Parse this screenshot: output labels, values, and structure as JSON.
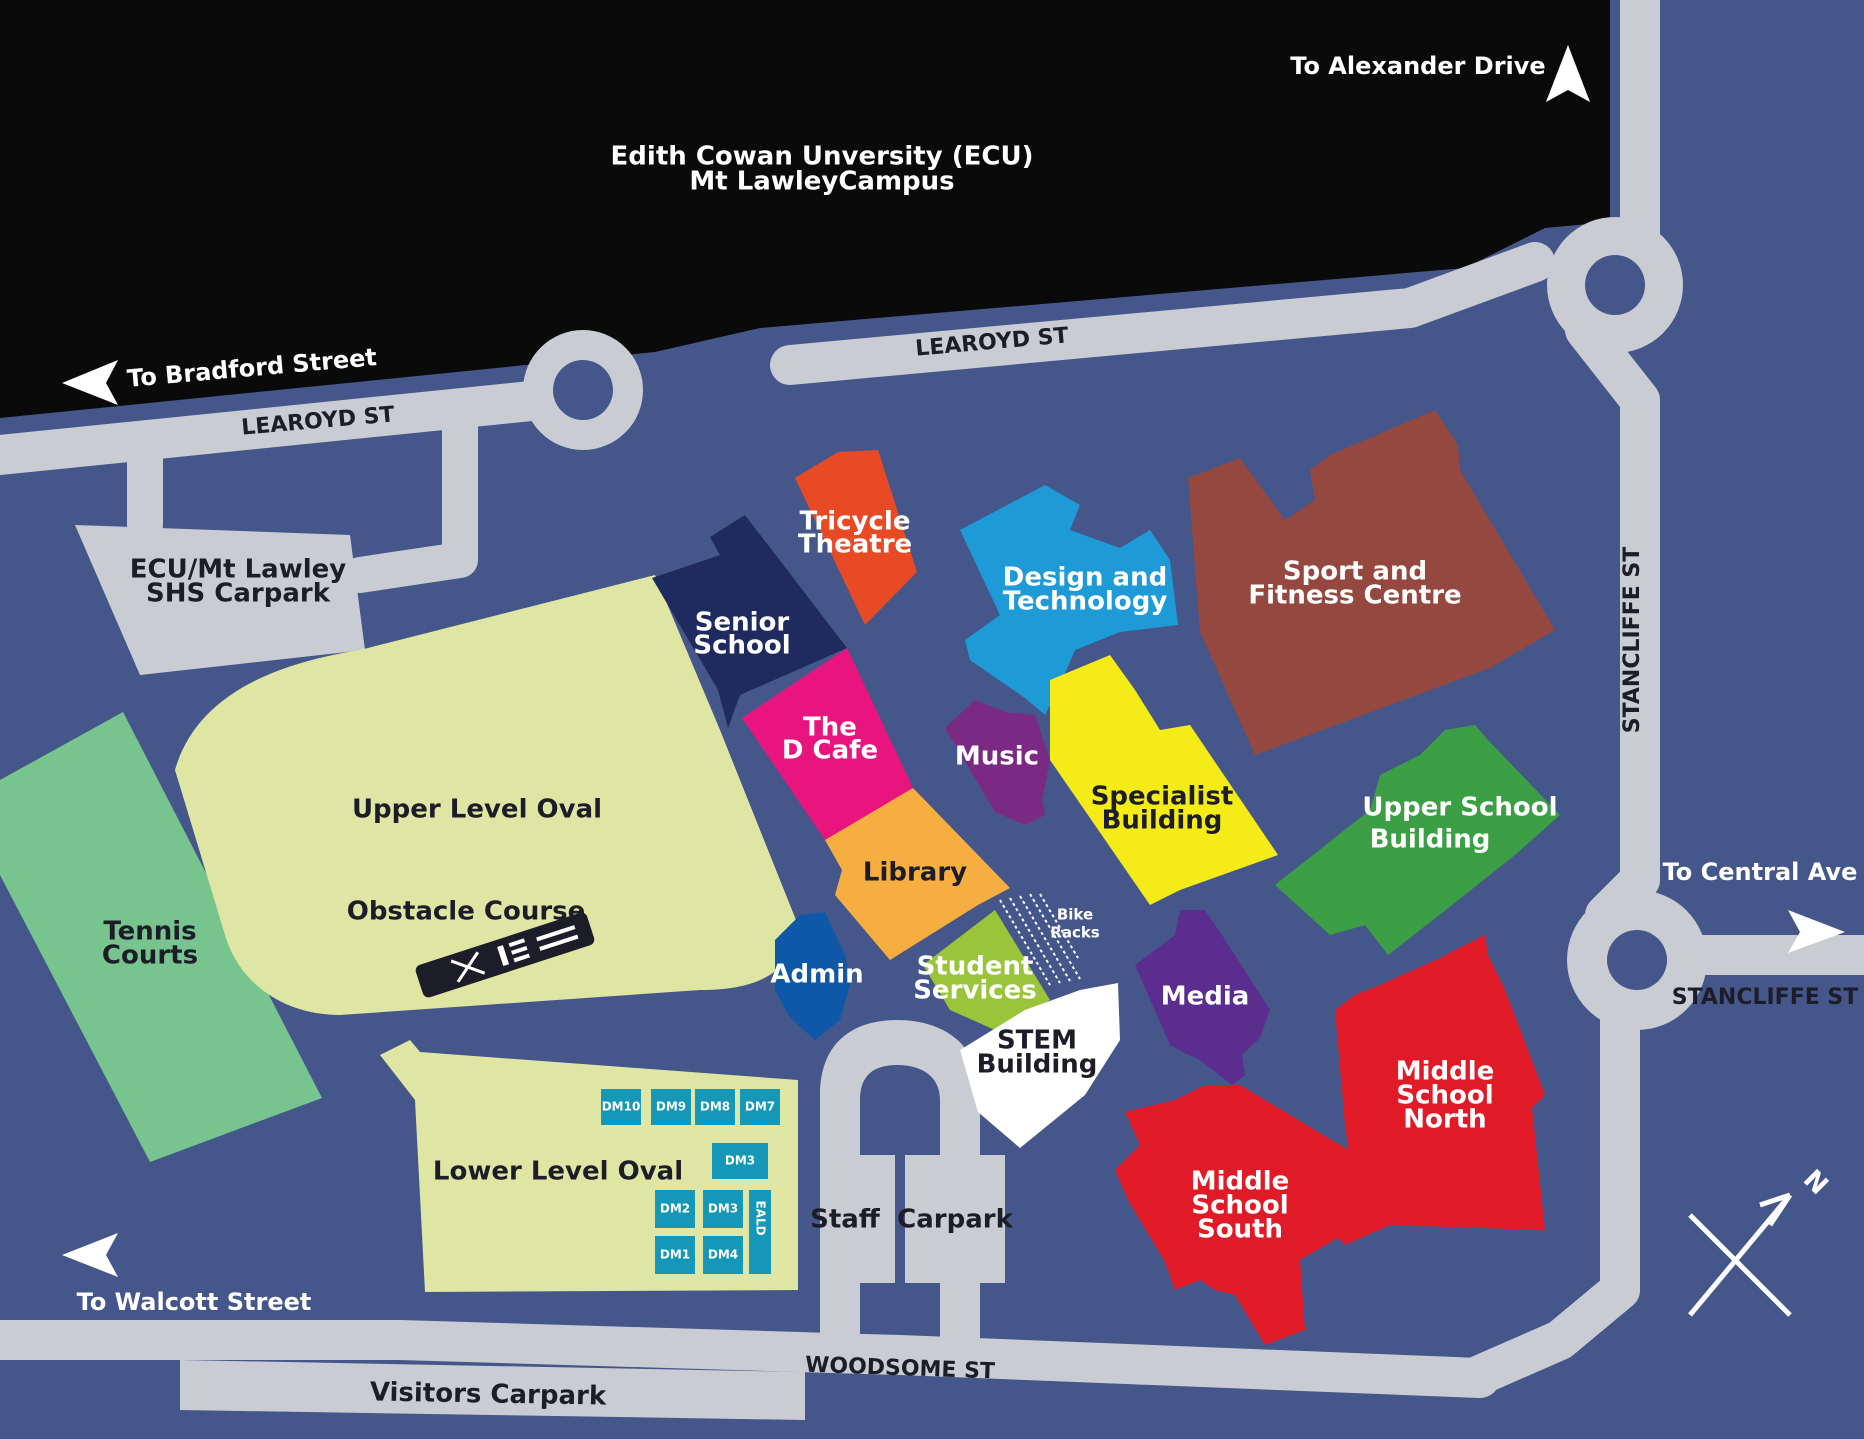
{
  "colors": {
    "background": "#45578a",
    "ecu": "#0a0a0a",
    "road": "#c9cdd3",
    "oval": "#dfe6a4",
    "tennis": "#78c48f",
    "senior_school": "#1f2b5e",
    "tricycle_theatre": "#e84a25",
    "design_technology": "#1e9ad6",
    "sport_fitness": "#94483f",
    "d_cafe": "#e8157f",
    "music": "#7a2a82",
    "specialist": "#f4eb18",
    "upper_school": "#3c9e45",
    "library": "#f7ae41",
    "admin": "#0f58a7",
    "student_services": "#9ac53b",
    "stem": "#ffffff",
    "media": "#5b2d8e",
    "middle_school": "#e01b27",
    "dm_units": "#1598b7"
  },
  "campus": {
    "ecu_line1": "Edith Cowan Unversity (ECU)",
    "ecu_line2": "Mt LawleyCampus"
  },
  "streets": {
    "learoyd_west": "LEAROYD ST",
    "learoyd_east": "LEAROYD ST",
    "stancliffe_north": "STANCLIFFE ST",
    "stancliffe_east": "STANCLIFFE ST",
    "woodsome": "WOODSOME ST"
  },
  "directions": {
    "alexander": "To Alexander Drive",
    "bradford": "To Bradford Street",
    "central": "To Central Ave",
    "walcott": "To Walcott Street"
  },
  "places": {
    "ecu_carpark_line1": "ECU/Mt Lawley",
    "ecu_carpark_line2": "SHS Carpark",
    "tennis_line1": "Tennis",
    "tennis_line2": "Courts",
    "upper_oval": "Upper Level Oval",
    "obstacle": "Obstacle Course",
    "lower_oval": "Lower Level Oval",
    "visitors_carpark": "Visitors Carpark",
    "staff": "Staff",
    "carpark": "Carpark",
    "senior_line1": "Senior",
    "senior_line2": "School",
    "tricycle_line1": "Tricycle",
    "tricycle_line2": "Theatre",
    "design_line1": "Design and",
    "design_line2": "Technology",
    "sport_line1": "Sport and",
    "sport_line2": "Fitness Centre",
    "dcafe_line1": "The",
    "dcafe_line2": "D Cafe",
    "music": "Music",
    "specialist_line1": "Specialist",
    "specialist_line2": "Building",
    "upper_school_line1": "Upper School",
    "upper_school_line2": "Building",
    "library": "Library",
    "bike_line1": "Bike",
    "bike_line2": "Racks",
    "admin": "Admin",
    "student_line1": "Student",
    "student_line2": "Services",
    "stem_line1": "STEM",
    "stem_line2": "Building",
    "media": "Media",
    "msn_line1": "Middle",
    "msn_line2": "School",
    "msn_line3": "North",
    "mss_line1": "Middle",
    "mss_line2": "School",
    "mss_line3": "South"
  },
  "demountables": [
    "DM10",
    "DM9",
    "DM8",
    "DM7",
    "DM3",
    "DM2",
    "DM3",
    "EALD",
    "DM1",
    "DM4"
  ],
  "compass": {
    "north": "N"
  }
}
